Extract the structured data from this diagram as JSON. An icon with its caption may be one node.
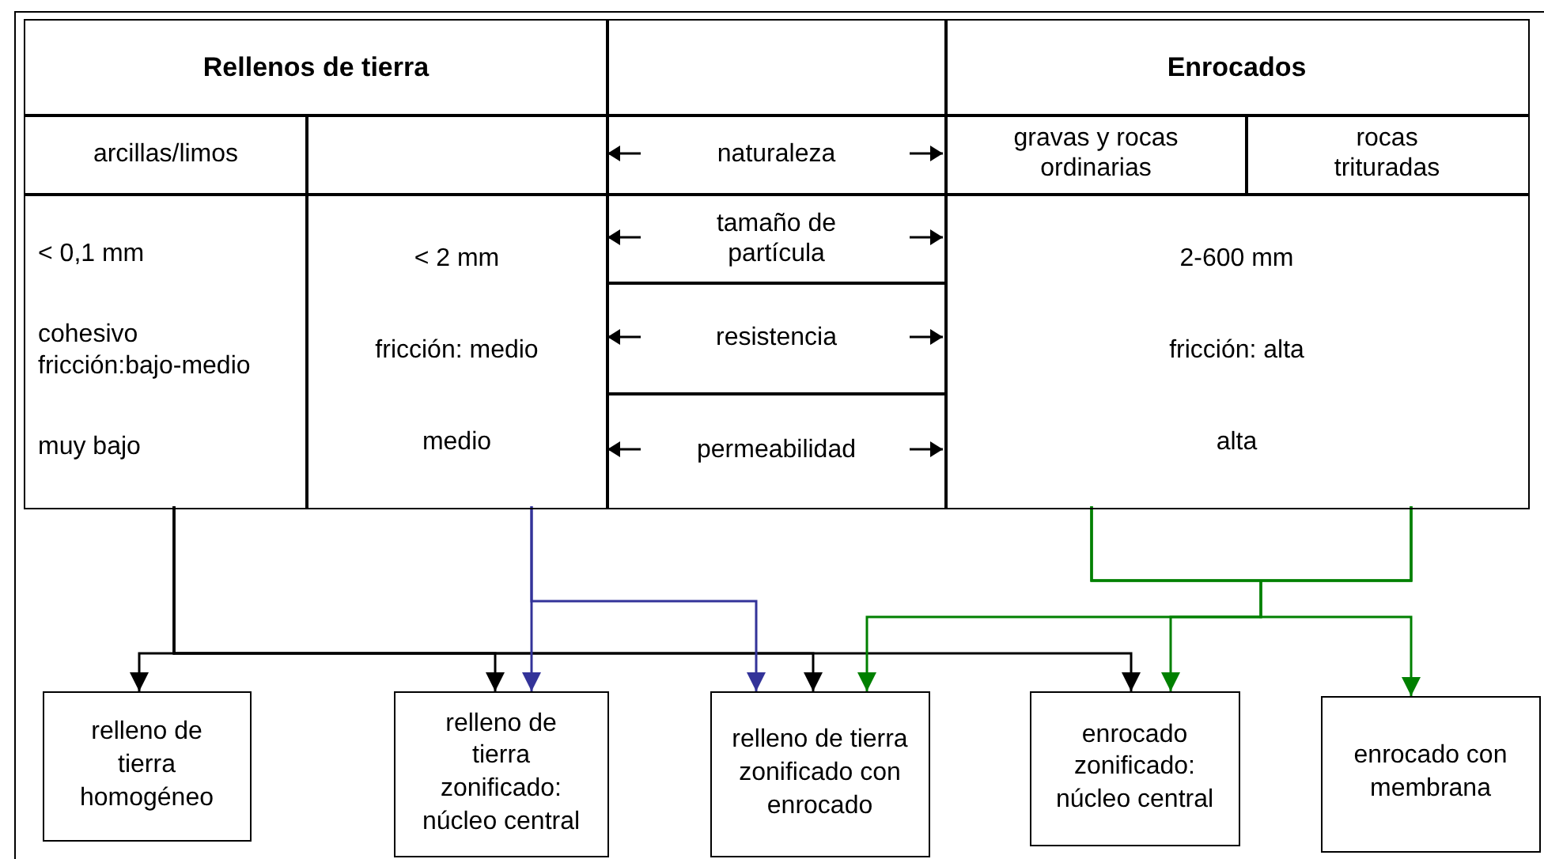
{
  "diagram": {
    "nodes": [
      {
        "text": [
          "Rellenos de tierra"
        ]
      },
      {
        "text": [
          "arcillas/limos"
        ]
      },
      {
        "text": [],
        "shape": "box"
      },
      {
        "text": [
          "< 0,1 mm",
          "cohesivo fricción:bajo-medio",
          "muy bajo"
        ]
      },
      {
        "text": [
          "< 2 mm",
          "fricción: medio",
          "medio"
        ]
      },
      {
        "text": [],
        "shape": "box"
      },
      {
        "text": [
          "naturaleza"
        ]
      },
      {
        "text": [
          "tamaño de partícula"
        ]
      },
      {
        "text": [
          "resistencia"
        ]
      },
      {
        "text": [
          "permeabilidad"
        ]
      },
      {
        "text": [
          "Enrocados"
        ]
      },
      {
        "text": [
          "gravas y rocas ordinarias"
        ]
      },
      {
        "text": [
          "rocas trituradas"
        ]
      },
      {
        "text": [
          "2-600 mm",
          "fricción: alta",
          "alta"
        ]
      },
      {
        "text": [
          "relleno de tierra homogéneo"
        ]
      },
      {
        "text": [
          "relleno de tierra zonificado: núcleo central"
        ]
      },
      {
        "text": [
          "relleno de tierra zonificado con enrocado"
        ]
      },
      {
        "text": [
          "enrocado zonificado: núcleo central"
        ]
      },
      {
        "text": [
          "enrocado con membrana"
        ]
      }
    ],
    "edges": [
      {
        "from": 3,
        "to": 14,
        "arrow": "to"
      },
      {
        "from": 3,
        "to": 15,
        "arrow": "to"
      },
      {
        "from": 3,
        "to": 16,
        "arrow": "to"
      },
      {
        "from": 3,
        "to": 17,
        "arrow": "to"
      },
      {
        "from": 4,
        "to": 15,
        "arrow": "to",
        "color": "#333399"
      },
      {
        "from": 4,
        "to": 16,
        "arrow": "to",
        "color": "#333399"
      },
      {
        "from": 13,
        "to": 16,
        "arrow": "to",
        "color": "#008000"
      },
      {
        "from": 13,
        "to": 17,
        "arrow": "to",
        "color": "#008000"
      },
      {
        "from": 13,
        "to": 18,
        "arrow": "to",
        "color": "#008000"
      },
      {
        "from": 6,
        "to": 2,
        "arrow": "to"
      },
      {
        "from": 6,
        "to": 11,
        "arrow": "to"
      },
      {
        "from": 7,
        "to": 4,
        "arrow": "to"
      },
      {
        "from": 7,
        "to": 13,
        "arrow": "to"
      },
      {
        "from": 8,
        "to": 4,
        "arrow": "to"
      },
      {
        "from": 8,
        "to": 13,
        "arrow": "to"
      },
      {
        "from": 9,
        "to": 4,
        "arrow": "to"
      },
      {
        "from": 9,
        "to": 13,
        "arrow": "to"
      }
    ]
  }
}
